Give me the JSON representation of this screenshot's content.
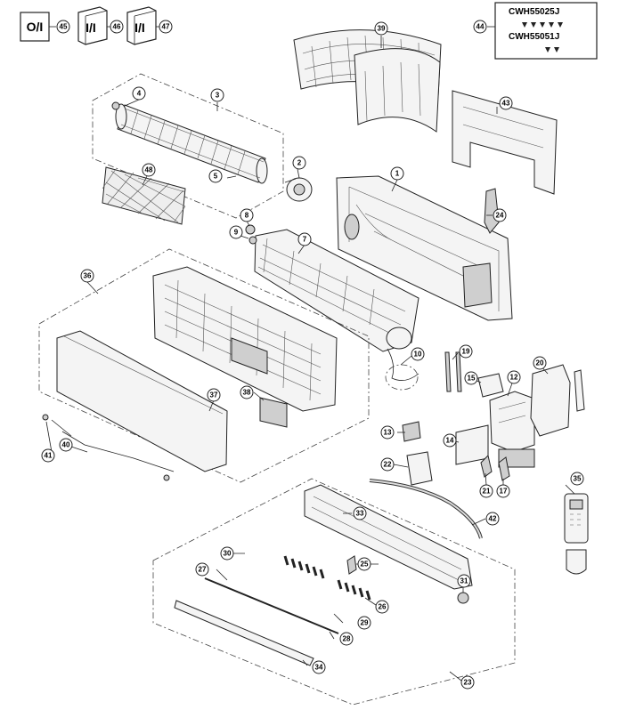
{
  "documents": [
    {
      "label": "O/I",
      "number": "45"
    },
    {
      "label": "I/I",
      "number": "46"
    },
    {
      "label": "I/I",
      "number": "47"
    }
  ],
  "screw_kit": {
    "number": "44",
    "models": [
      "CWH55025J",
      "CWH55051J"
    ]
  },
  "parts": [
    "1",
    "2",
    "3",
    "4",
    "5",
    "7",
    "8",
    "9",
    "10",
    "12",
    "13",
    "14",
    "15",
    "17",
    "19",
    "20",
    "21",
    "22",
    "23",
    "24",
    "25",
    "26",
    "27",
    "28",
    "29",
    "30",
    "31",
    "33",
    "34",
    "35",
    "36",
    "37",
    "38",
    "39",
    "40",
    "41",
    "42",
    "43",
    "48"
  ]
}
